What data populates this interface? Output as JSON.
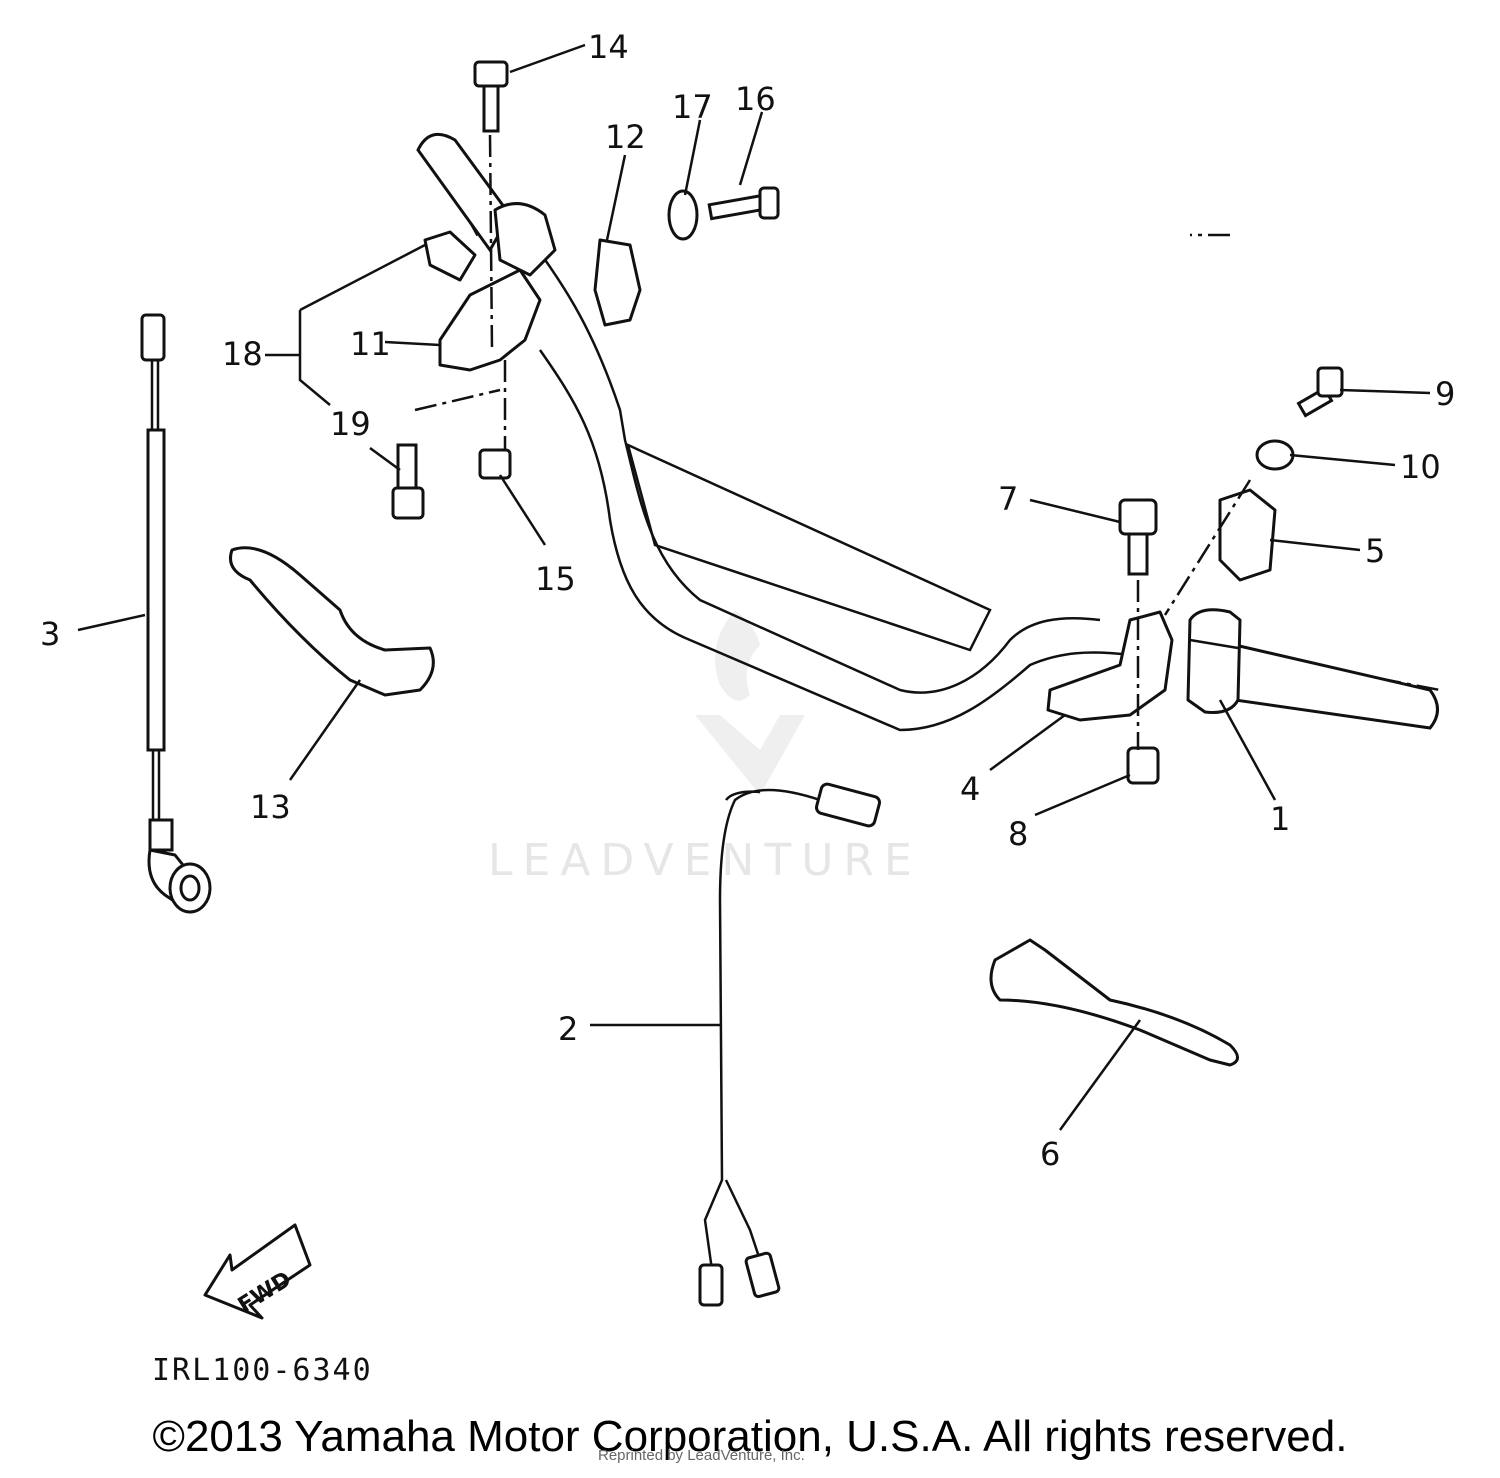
{
  "diagram": {
    "callouts": {
      "c1": "1",
      "c2": "2",
      "c3": "3",
      "c4": "4",
      "c5": "5",
      "c6": "6",
      "c7": "7",
      "c8": "8",
      "c9": "9",
      "c10": "10",
      "c11": "11",
      "c12": "12",
      "c13": "13",
      "c14": "14",
      "c15": "15",
      "c16": "16",
      "c17": "17",
      "c18": "18",
      "c19": "19"
    },
    "fwd_label": "FWD",
    "drawing_code": "IRL100-6340",
    "watermark": "LEADVENTURE"
  },
  "footer": {
    "copyright": "©2013 Yamaha Motor Corporation, U.S.A. All rights reserved.",
    "reprint": "Reprinted by LeadVenture, Inc."
  }
}
